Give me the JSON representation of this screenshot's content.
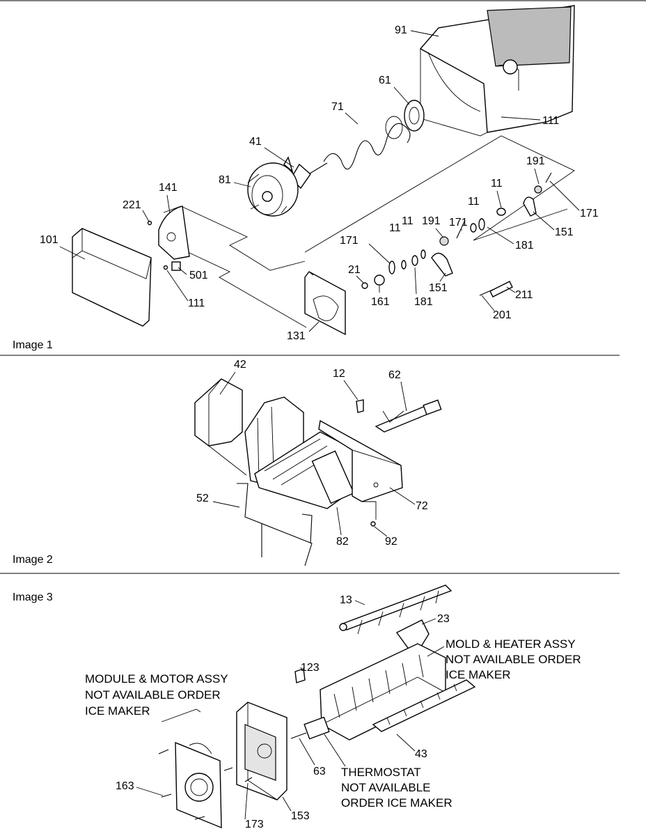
{
  "panels": [
    {
      "caption": "Image 1"
    },
    {
      "caption": "Image 2"
    },
    {
      "caption": "Image 3"
    }
  ],
  "image1_labels": [
    "91",
    "61",
    "71",
    "111",
    "41",
    "81",
    "191",
    "171",
    "11",
    "141",
    "221",
    "11",
    "191",
    "101",
    "171",
    "11",
    "151",
    "21",
    "181",
    "501",
    "111",
    "11",
    "151",
    "211",
    "161",
    "181",
    "201",
    "131",
    "171"
  ],
  "image2_labels": [
    "42",
    "12",
    "62",
    "52",
    "72",
    "82",
    "92"
  ],
  "image3_labels": [
    "13",
    "23",
    "123",
    "43",
    "63",
    "163",
    "153",
    "173"
  ],
  "image3_notes": {
    "module": [
      "MODULE & MOTOR ASSY",
      "NOT AVAILABLE ORDER",
      "ICE MAKER"
    ],
    "mold": [
      "MOLD & HEATER ASSY",
      "NOT AVAILABLE ORDER",
      "ICE MAKER"
    ],
    "thermostat": [
      "THERMOSTAT",
      "NOT AVAILABLE",
      "ORDER ICE MAKER"
    ]
  }
}
